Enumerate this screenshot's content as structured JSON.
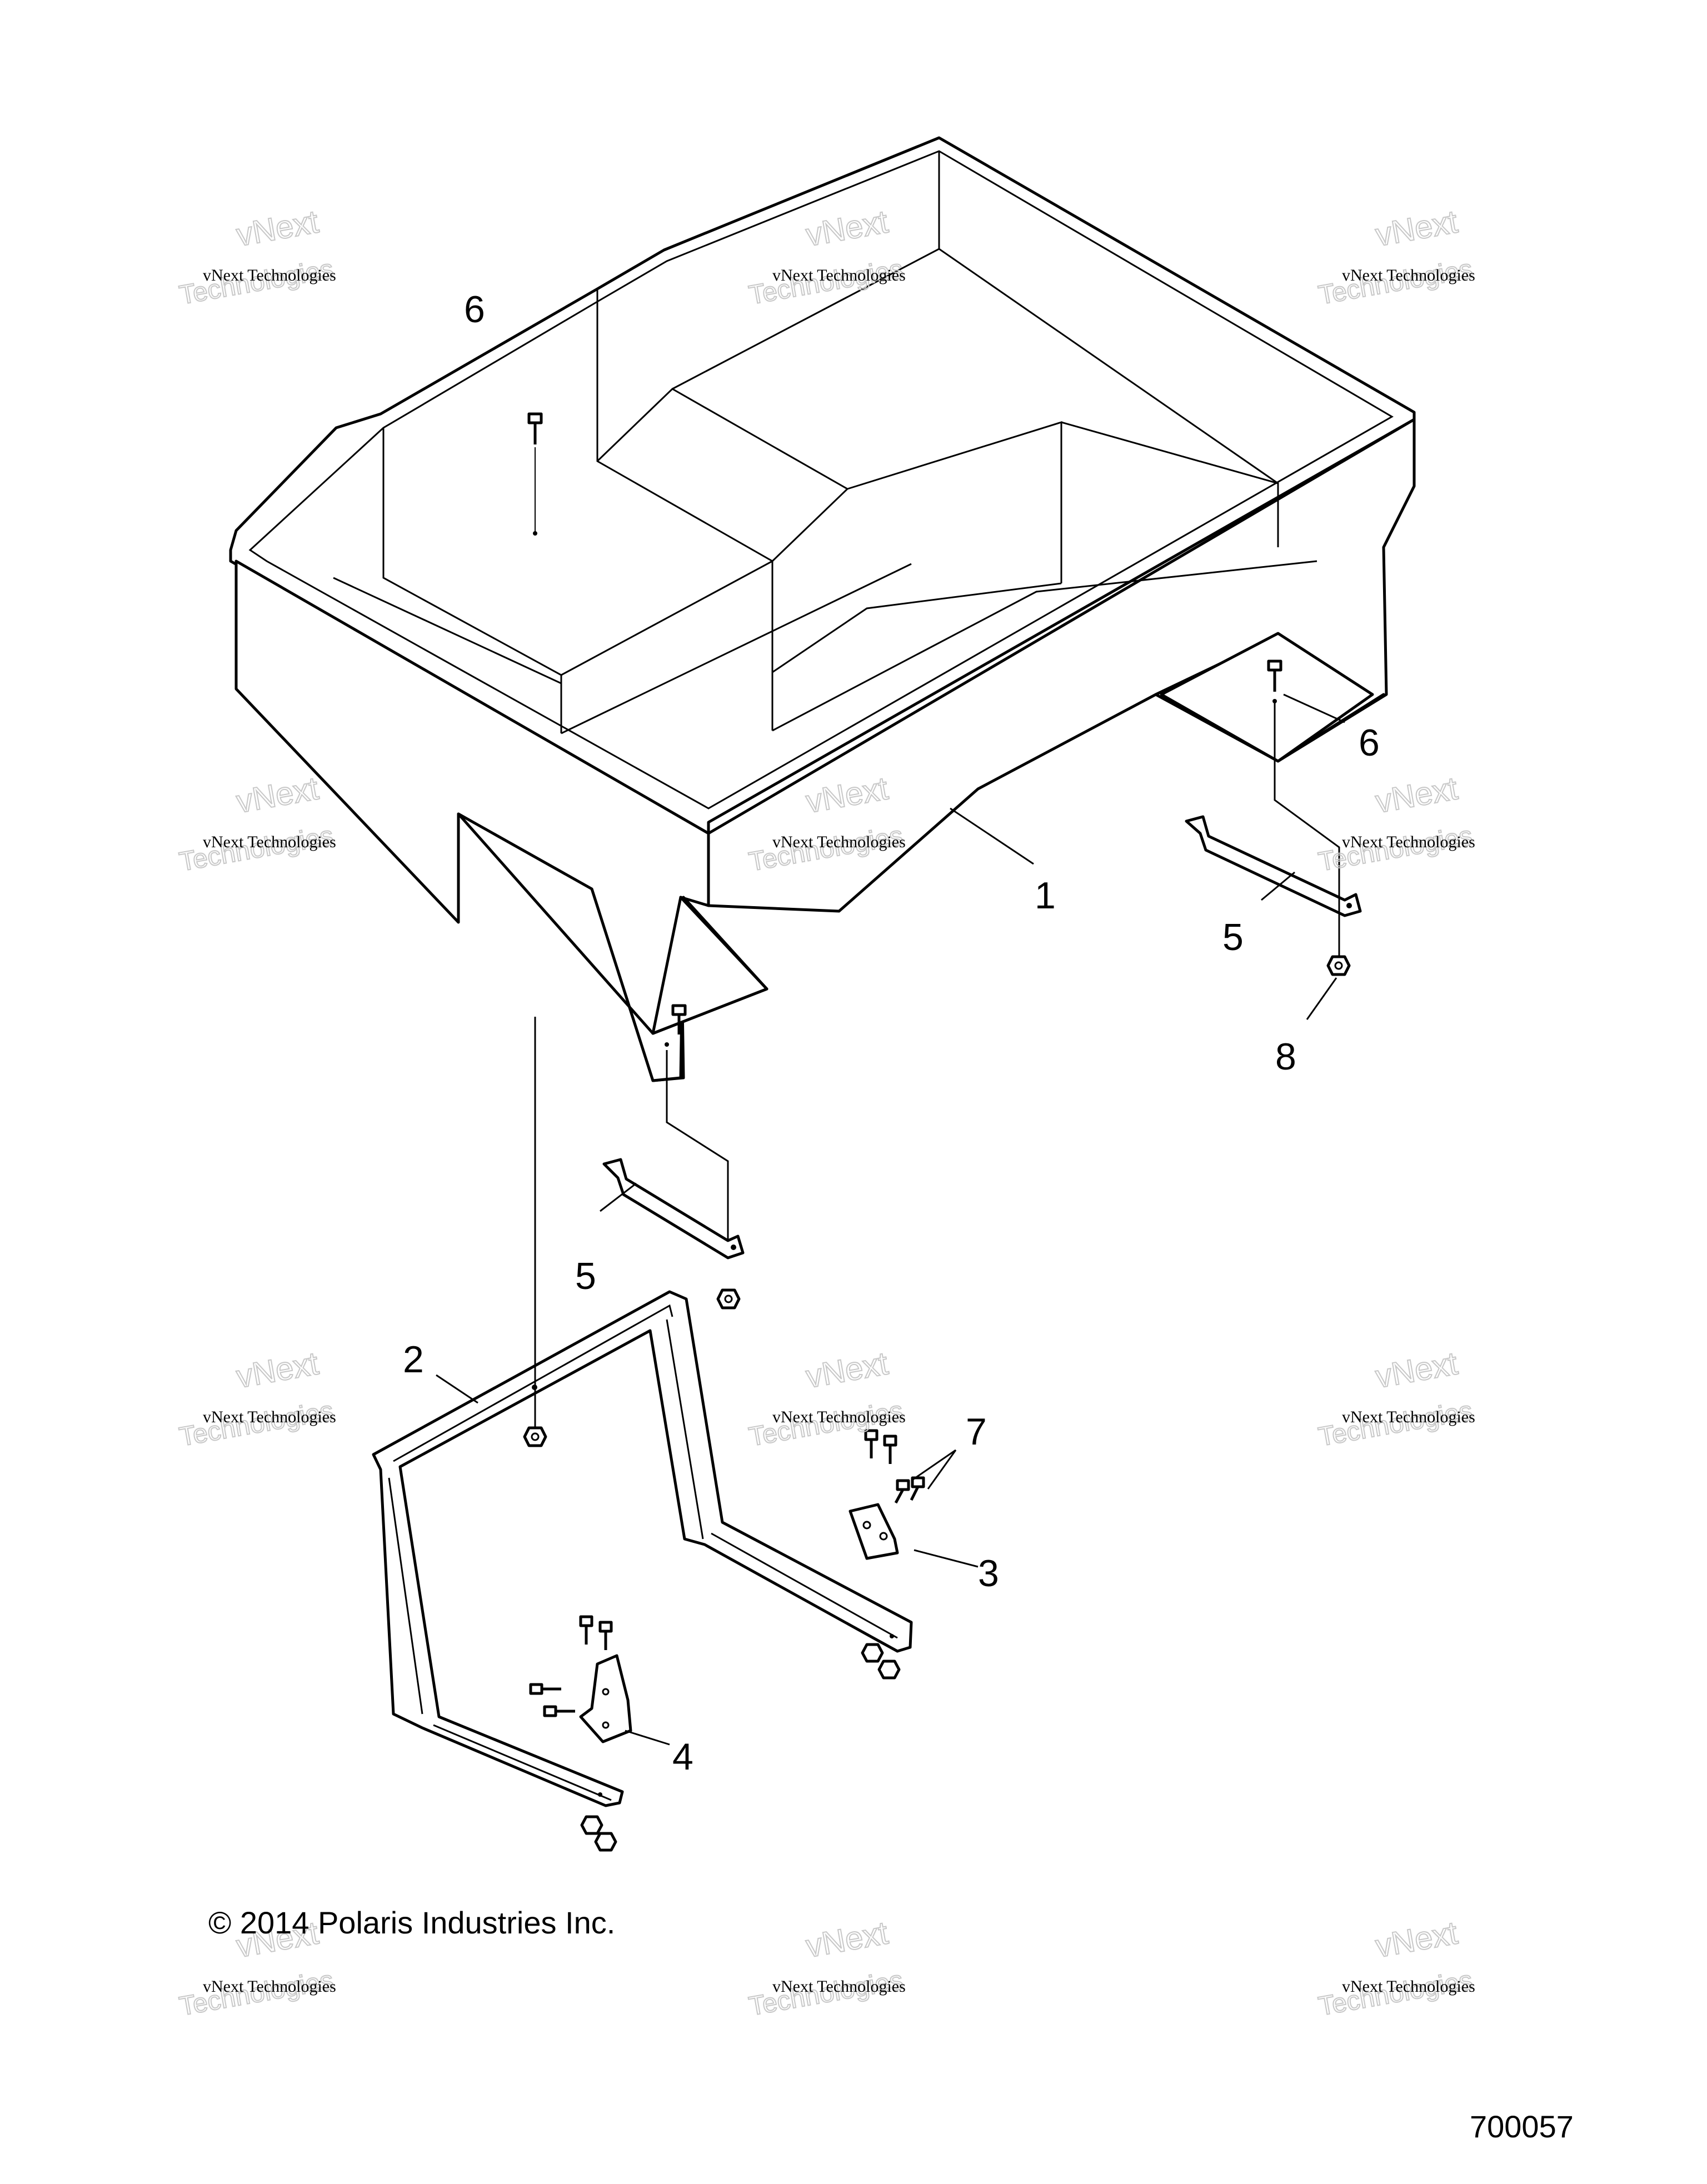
{
  "callouts": [
    {
      "id": "1",
      "label": "1"
    },
    {
      "id": "2",
      "label": "2"
    },
    {
      "id": "3",
      "label": "3"
    },
    {
      "id": "4",
      "label": "4"
    },
    {
      "id": "5a",
      "label": "5"
    },
    {
      "id": "5b",
      "label": "5"
    },
    {
      "id": "6a",
      "label": "6"
    },
    {
      "id": "6b",
      "label": "6"
    },
    {
      "id": "7",
      "label": "7"
    },
    {
      "id": "8",
      "label": "8"
    }
  ],
  "watermark": {
    "line1": "vNext Technologies",
    "line2": "vNext",
    "line3": "Technologies"
  },
  "copyright": "© 2014 Polaris Industries Inc.",
  "figure_id": "700057"
}
